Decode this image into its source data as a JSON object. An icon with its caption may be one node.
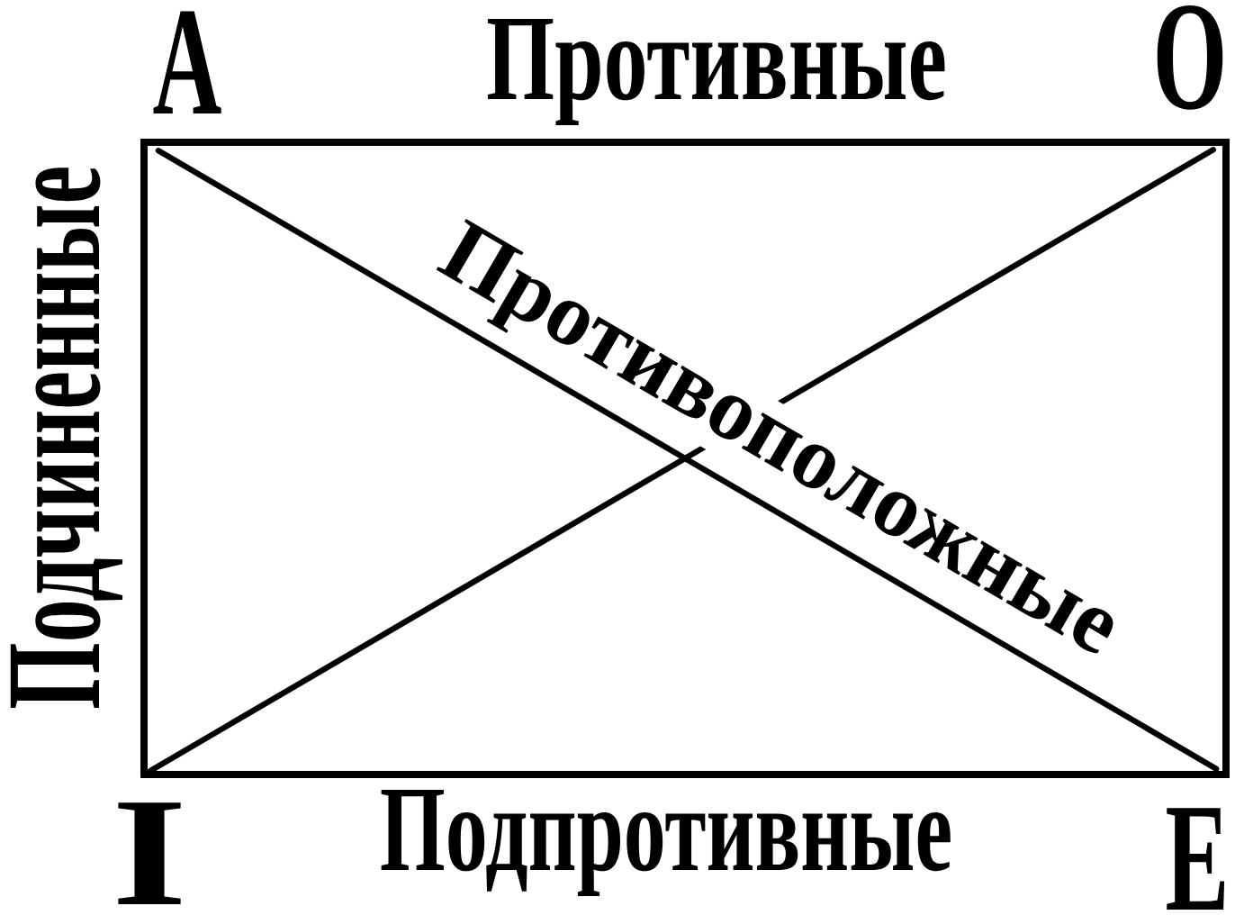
{
  "diagram": {
    "nodes": [
      {
        "text": [
          "A"
        ]
      },
      {
        "text": [
          "O"
        ]
      },
      {
        "text": [
          "I"
        ]
      },
      {
        "text": [
          "E"
        ]
      }
    ],
    "edges": [
      {
        "from": 0,
        "to": 1,
        "arrow": "none",
        "label": "Противные"
      },
      {
        "from": 0,
        "to": 2,
        "arrow": "none",
        "label": "Подчиненные"
      },
      {
        "from": 2,
        "to": 3,
        "arrow": "none",
        "label": "Подпротивные"
      },
      {
        "from": 1,
        "to": 3,
        "arrow": "none"
      },
      {
        "from": 0,
        "to": 3,
        "arrow": "none",
        "label": "Противоположные"
      },
      {
        "from": 1,
        "to": 2,
        "arrow": "none"
      }
    ]
  }
}
